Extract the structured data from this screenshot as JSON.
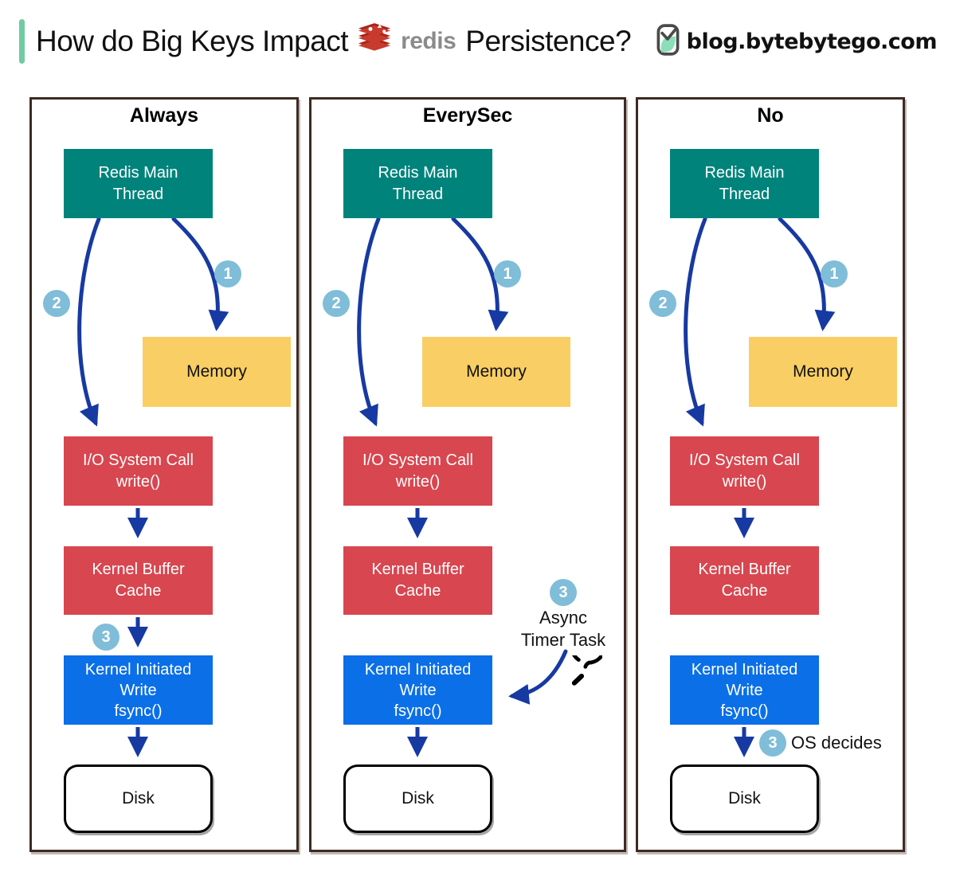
{
  "header": {
    "title_part1": "How do Big Keys Impact",
    "redis_wordmark": "redis",
    "title_part2": "Persistence?",
    "site": "blog.bytebytego.com"
  },
  "icons": {
    "redis_logo": "redis-logo-icon",
    "bytebytego_logo": "bytebytego-logo-icon",
    "timer": "timer-icon"
  },
  "colors": {
    "accent_bar": "#6FCBA4",
    "panel_border": "#3E2B23",
    "teal_box": "#00837B",
    "red_box": "#D8464F",
    "yellow_box": "#F9CE64",
    "blue_box": "#0B6FE8",
    "badge": "#80BDD8",
    "arrow": "#1739A2",
    "redis_gray": "#8B8B8B"
  },
  "panels": [
    {
      "title": "Always",
      "badge1": "1",
      "badge2": "2",
      "badge3": "3",
      "nodes": {
        "main": "Redis Main\nThread",
        "memory": "Memory",
        "io": "I/O System Call\nwrite()",
        "buffer": "Kernel Buffer\nCache",
        "fsync": "Kernel Initiated\nWrite\nfsync()",
        "disk": "Disk"
      }
    },
    {
      "title": "EverySec",
      "badge1": "1",
      "badge2": "2",
      "badge3": "3",
      "annotation": {
        "line1": "Async",
        "line2": "Timer Task"
      },
      "nodes": {
        "main": "Redis Main\nThread",
        "memory": "Memory",
        "io": "I/O System Call\nwrite()",
        "buffer": "Kernel Buffer\nCache",
        "fsync": "Kernel Initiated\nWrite\nfsync()",
        "disk": "Disk"
      }
    },
    {
      "title": "No",
      "badge1": "1",
      "badge2": "2",
      "badge3": "3",
      "annotation": {
        "label": "OS decides"
      },
      "nodes": {
        "main": "Redis Main\nThread",
        "memory": "Memory",
        "io": "I/O System Call\nwrite()",
        "buffer": "Kernel Buffer\nCache",
        "fsync": "Kernel Initiated\nWrite\nfsync()",
        "disk": "Disk"
      }
    }
  ]
}
